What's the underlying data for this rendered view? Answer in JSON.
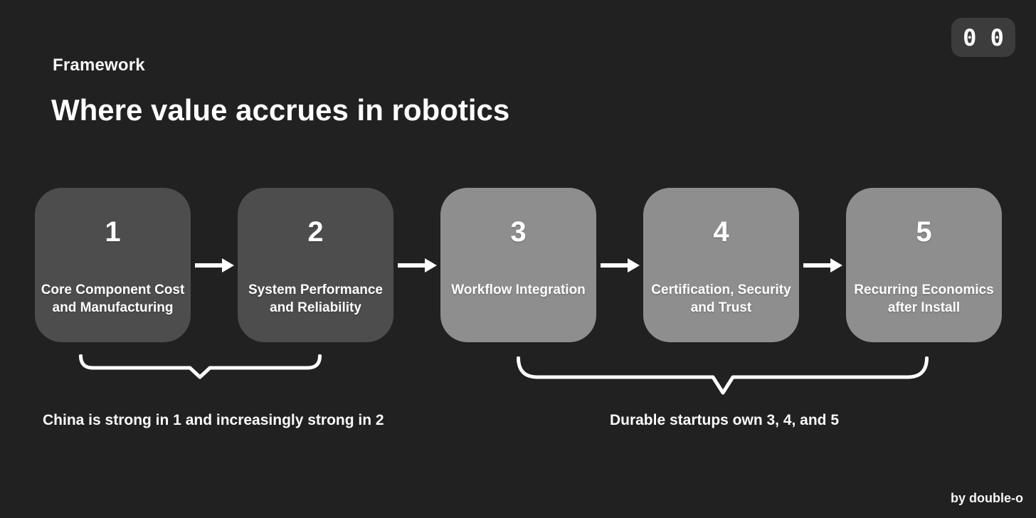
{
  "header": {
    "eyebrow": "Framework",
    "title": "Where value accrues in robotics"
  },
  "badge": {
    "text": "0 0"
  },
  "steps": [
    {
      "number": "1",
      "label": "Core Component Cost\nand Manufacturing",
      "tone": "dark"
    },
    {
      "number": "2",
      "label": "System Performance\nand Reliability",
      "tone": "dark"
    },
    {
      "number": "3",
      "label": "Workflow Integration",
      "tone": "light"
    },
    {
      "number": "4",
      "label": "Certification, Security\nand Trust",
      "tone": "light"
    },
    {
      "number": "5",
      "label": "Recurring Economics\nafter Install",
      "tone": "light"
    }
  ],
  "annotations": [
    {
      "text": "China is strong in 1 and increasingly strong in 2",
      "covers": "steps 1-2"
    },
    {
      "text": "Durable startups own 3, 4, and 5",
      "covers": "steps 3-5"
    }
  ],
  "footer": {
    "credit": "by double-o"
  },
  "icons": {
    "arrow": "arrow-right-icon",
    "brace": "underbrace-icon"
  },
  "colors": {
    "background": "#212121",
    "dark_box": "#4d4d4d",
    "light_box": "#8e8e8e",
    "badge_background": "#3c3c3c",
    "text": "#ffffff"
  }
}
